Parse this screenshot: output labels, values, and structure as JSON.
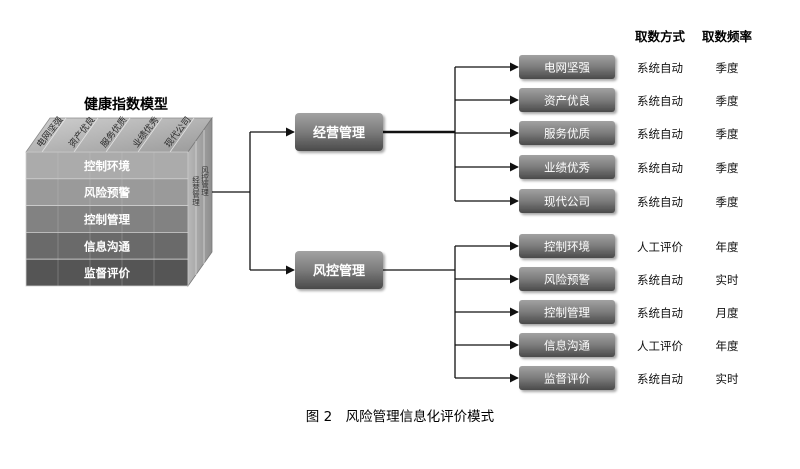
{
  "model": {
    "title": "健康指数模型",
    "top_labels": [
      "电网坚强",
      "资产优良",
      "服务优质",
      "业绩优秀",
      "现代公司"
    ],
    "layers": [
      "控制环境",
      "风险预警",
      "控制管理",
      "信息沟通",
      "监督评价"
    ],
    "side_labels": [
      "经营管理",
      "风控管理"
    ]
  },
  "headers": {
    "method": "取数方式",
    "frequency": "取数频率"
  },
  "branches": [
    {
      "label": "经营管理",
      "items": [
        {
          "label": "电网坚强",
          "method": "系统自动",
          "frequency": "季度"
        },
        {
          "label": "资产优良",
          "method": "系统自动",
          "frequency": "季度"
        },
        {
          "label": "服务优质",
          "method": "系统自动",
          "frequency": "季度"
        },
        {
          "label": "业绩优秀",
          "method": "系统自动",
          "frequency": "季度"
        },
        {
          "label": "现代公司",
          "method": "系统自动",
          "frequency": "季度"
        }
      ]
    },
    {
      "label": "风控管理",
      "items": [
        {
          "label": "控制环境",
          "method": "人工评价",
          "frequency": "年度"
        },
        {
          "label": "风险预警",
          "method": "系统自动",
          "frequency": "实时"
        },
        {
          "label": "控制管理",
          "method": "系统自动",
          "frequency": "月度"
        },
        {
          "label": "信息沟通",
          "method": "人工评价",
          "frequency": "年度"
        },
        {
          "label": "监督评价",
          "method": "系统自动",
          "frequency": "实时"
        }
      ]
    }
  ],
  "caption": "图 2　风险管理信息化评价模式"
}
